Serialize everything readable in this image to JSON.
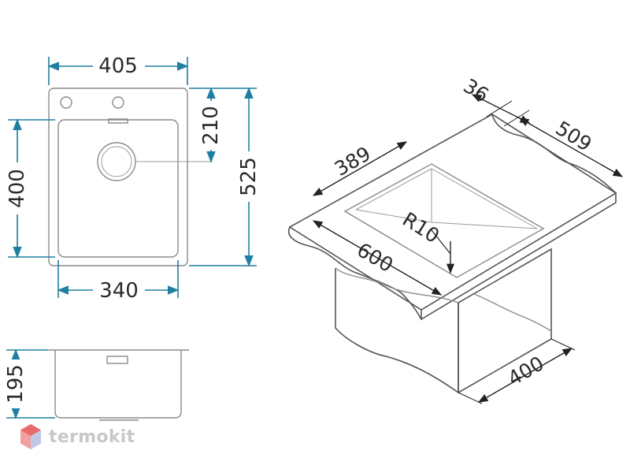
{
  "top_view": {
    "width_overall": "405",
    "height_overall": "525",
    "bowl_height": "400",
    "bowl_width": "340",
    "drain_offset": "210"
  },
  "side_view": {
    "depth": "195"
  },
  "iso_view": {
    "edge_thickness": "36",
    "top_length": "509",
    "bowl_length": "389",
    "corner_radius": "R10",
    "front_length": "600",
    "cabinet_width": "400"
  },
  "logo": {
    "text": "termokit"
  },
  "colors": {
    "dimension_line": "#1f7fa0",
    "outline": "#8a8a8a",
    "logo_gray": "#c8c8c8"
  }
}
